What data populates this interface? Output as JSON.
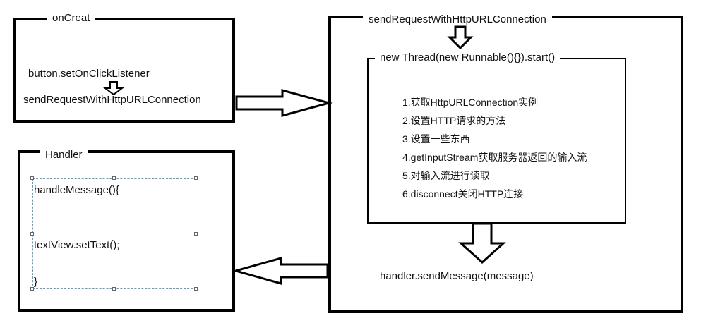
{
  "oncreate": {
    "title": "onCreat",
    "line1": "button.setOnClickListener",
    "line2": "sendRequestWithHttpURLConnection"
  },
  "handler": {
    "title": "Handler",
    "line1": "handleMessage(){",
    "line2": "textView.setText();",
    "line3": "}"
  },
  "sendrequest": {
    "title": "sendRequestWithHttpURLConnection",
    "thread_label": "new Thread(new Runnable(){}).start()",
    "steps": [
      "1.获取HttpURLConnection实例",
      "2.设置HTTP请求的方法",
      "3.设置一些东西",
      "4.getInputStream获取服务器返回的输入流",
      "5.对输入流进行读取",
      "6.disconnect关闭HTTP连接"
    ],
    "send_message": "handler.sendMessage(message)"
  }
}
